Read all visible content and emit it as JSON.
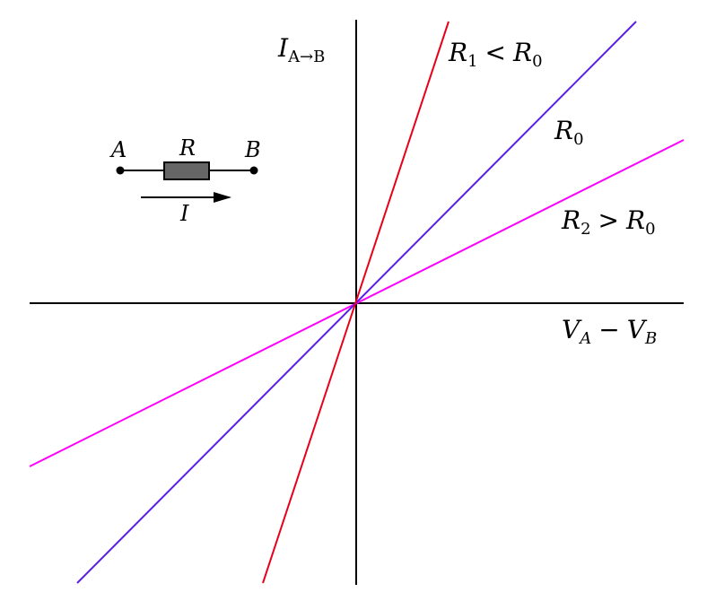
{
  "labels": {
    "y_axis": {
      "main": "I",
      "sub": "A→B"
    },
    "x_axis": {
      "left": "V",
      "left_sub": "A",
      "op": "−",
      "right": "V",
      "right_sub": "B"
    },
    "line_r1": {
      "main": "R",
      "sub": "1",
      "op": "<",
      "rhs": "R",
      "rhs_sub": "0"
    },
    "line_r0": {
      "main": "R",
      "sub": "0"
    },
    "line_r2": {
      "main": "R",
      "sub": "2",
      "op": ">",
      "rhs": "R",
      "rhs_sub": "0"
    }
  },
  "circuit": {
    "node_a": "A",
    "node_b": "B",
    "resistor": "R",
    "current": "I"
  },
  "colors": {
    "r1": "#e8001a",
    "r0": "#5a1fe6",
    "r2": "#ff00ff",
    "axes": "#000000",
    "resistor_fill": "#666666"
  }
}
